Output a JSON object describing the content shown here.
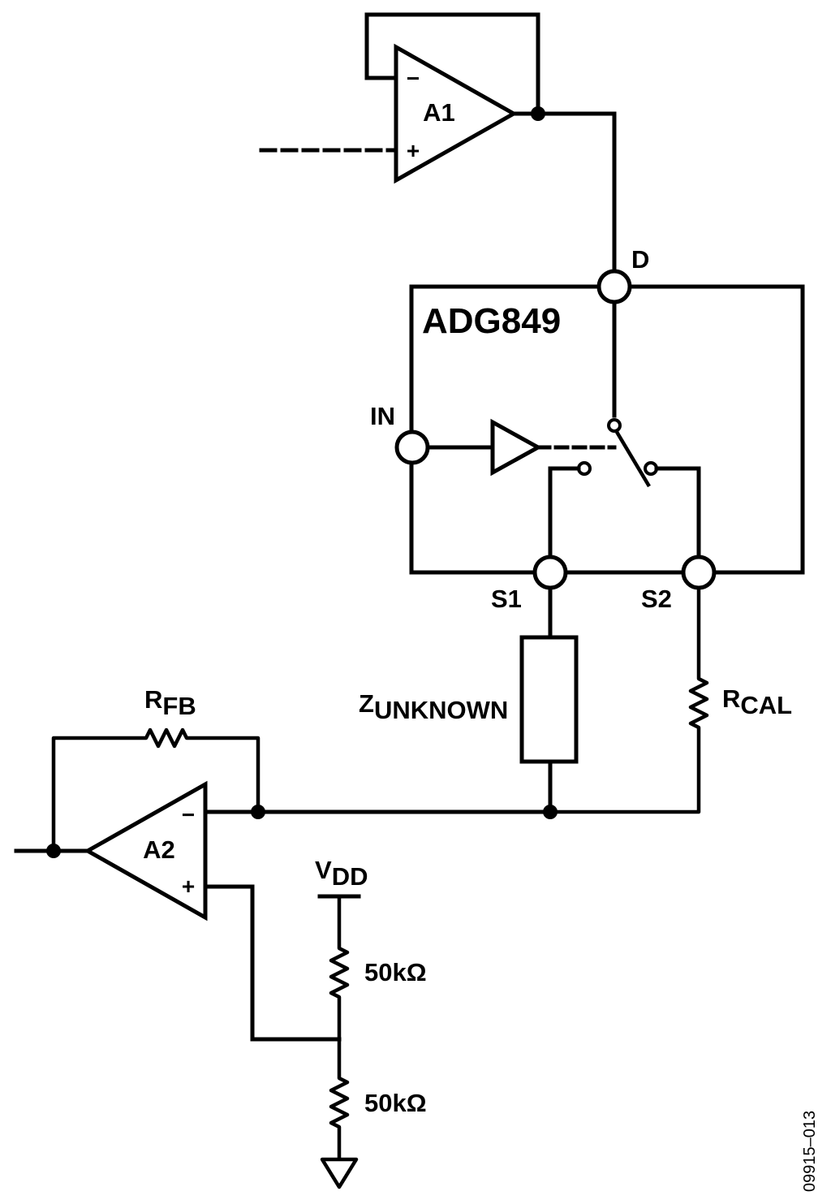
{
  "device": {
    "name": "ADG849"
  },
  "pins": {
    "drain": "D",
    "input": "IN",
    "source1": "S1",
    "source2": "S2"
  },
  "amplifiers": [
    {
      "label": "A1",
      "minus": "−",
      "plus": "+"
    },
    {
      "label": "A2",
      "minus": "−",
      "plus": "+"
    }
  ],
  "components": {
    "rfb": {
      "main": "R",
      "sub": "FB"
    },
    "zunknown": {
      "main": "Z",
      "sub": "UNKNOWN"
    },
    "rcal": {
      "main": "R",
      "sub": "CAL"
    },
    "vdd": {
      "main": "V",
      "sub": "DD"
    },
    "divider_top": "50kΩ",
    "divider_bottom": "50kΩ"
  },
  "figure_code": "09915–013"
}
